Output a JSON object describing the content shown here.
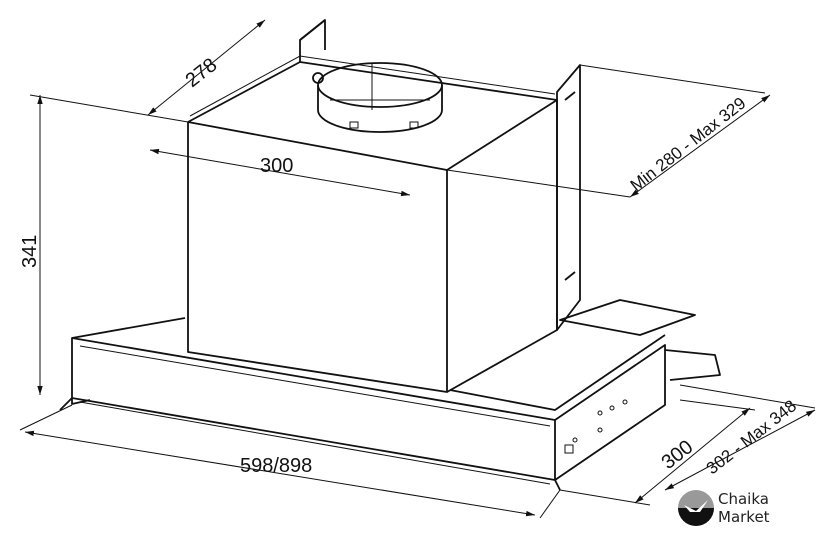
{
  "dimensions": {
    "depth_top": "278",
    "width_box": "300",
    "height": "341",
    "width_total": "598/898",
    "depth_bottom": "300",
    "adjust_top": "Min 280 - Max 329",
    "adjust_bottom": "302 - Max 348"
  },
  "logo": {
    "line1": "Chaika",
    "line2": "Market"
  }
}
